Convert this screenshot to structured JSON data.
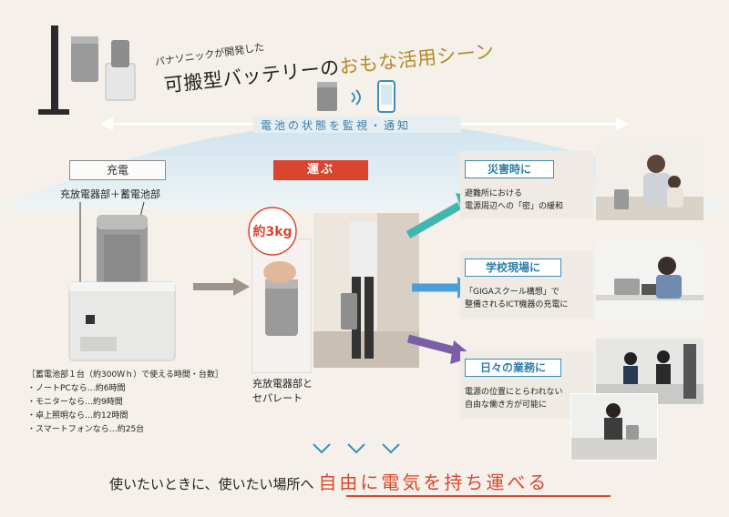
{
  "header": {
    "subtitle": "パナソニックが開発した",
    "title_prefix": "可搬型バッテリーの",
    "title_highlight": "おもな活用シーン",
    "monitor_label": "電池の状態を監視・通知"
  },
  "charge": {
    "label": "充電",
    "parts": "充放電器部＋蓄電池部",
    "usage_title": "［蓄電池部１台（約300Ｗｈ）で使える時間・台数］",
    "usage_items": [
      "・ノートPCなら…約6時間",
      "・モニターなら…約9時間",
      "・卓上照明なら…約12時間",
      "・スマートフォンなら…約25台"
    ]
  },
  "carry": {
    "label": "運ぶ",
    "weight": "約3kg",
    "caption_line1": "充放電器部と",
    "caption_line2": "セパレート"
  },
  "scenes": [
    {
      "title": "災害時に",
      "line1": "避難所における",
      "line2": "電源周辺への「密」の緩和"
    },
    {
      "title": "学校現場に",
      "line1": "「GIGAスクール構想」で",
      "line2": "整備されるICT機器の充電に"
    },
    {
      "title": "日々の業務に",
      "line1": "電源の位置にとらわれない",
      "line2": "自由な働き方が可能に"
    }
  ],
  "footer": {
    "message": "使いたいときに、使いたい場所へ",
    "highlight": "自由に電気を持ち運べる"
  },
  "colors": {
    "accent_red": "#d9452f",
    "accent_blue": "#3d8fb9",
    "title_gold": "#b38a2a",
    "arrow_teal": "#3fb7b0",
    "arrow_blue": "#4a9fd8",
    "arrow_purple": "#7b5ea8"
  },
  "icons": [
    "battery-unit-icon",
    "wireless-signal-icon",
    "smartphone-icon",
    "chevron-down-icon"
  ]
}
